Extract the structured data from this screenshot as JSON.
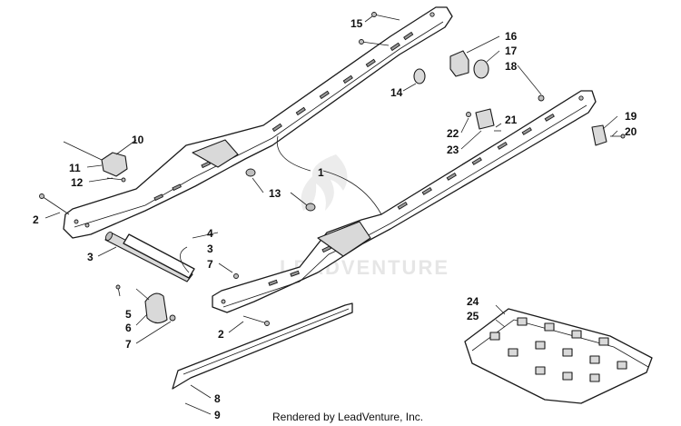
{
  "watermark": "LEADVENTURE",
  "footer": "Rendered by LeadVenture, Inc.",
  "callouts": {
    "c1": "1",
    "c2a": "2",
    "c2b": "2",
    "c3a": "3",
    "c3b": "3",
    "c4": "4",
    "c5": "5",
    "c6": "6",
    "c7a": "7",
    "c7b": "7",
    "c8": "8",
    "c9": "9",
    "c10": "10",
    "c11": "11",
    "c12": "12",
    "c13": "13",
    "c14": "14",
    "c15": "15",
    "c16": "16",
    "c17": "17",
    "c18": "18",
    "c19": "19",
    "c20": "20",
    "c21": "21",
    "c22": "22",
    "c23": "23",
    "c24": "24",
    "c25": "25"
  }
}
